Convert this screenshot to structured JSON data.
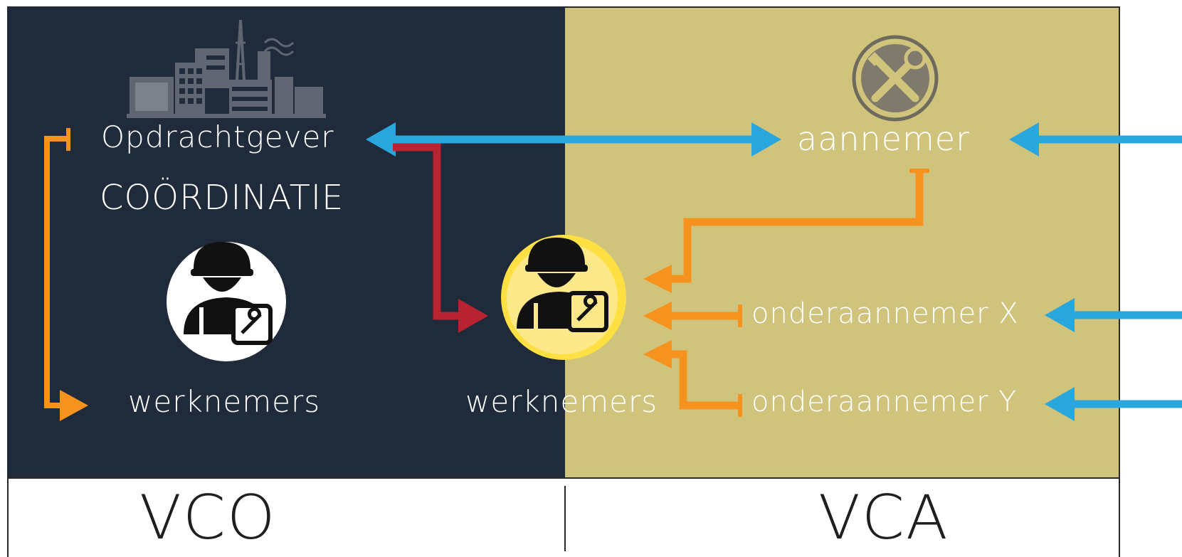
{
  "left_side": {
    "client_label": "Opdrachtgever",
    "coordination_label": "COÖRDINATIE",
    "workers_label": "werknemers"
  },
  "center": {
    "workers_label": "werknemers"
  },
  "right_side": {
    "contractor_label": "aannemer",
    "subcontractor_x_label": "onderaannemer X",
    "subcontractor_y_label": "onderaannemer Y"
  },
  "footer": {
    "left_label": "VCO",
    "right_label": "VCA"
  },
  "colors": {
    "dark_panel": "#1f2b3b",
    "tan_panel": "#d0c47d",
    "blue_arrow": "#29a6dc",
    "orange_arrow": "#f6921e",
    "red_arrow": "#b92331",
    "yellow_badge": "#fde98a"
  },
  "icons": [
    "factory-icon",
    "tools-icon",
    "worker-icon"
  ]
}
